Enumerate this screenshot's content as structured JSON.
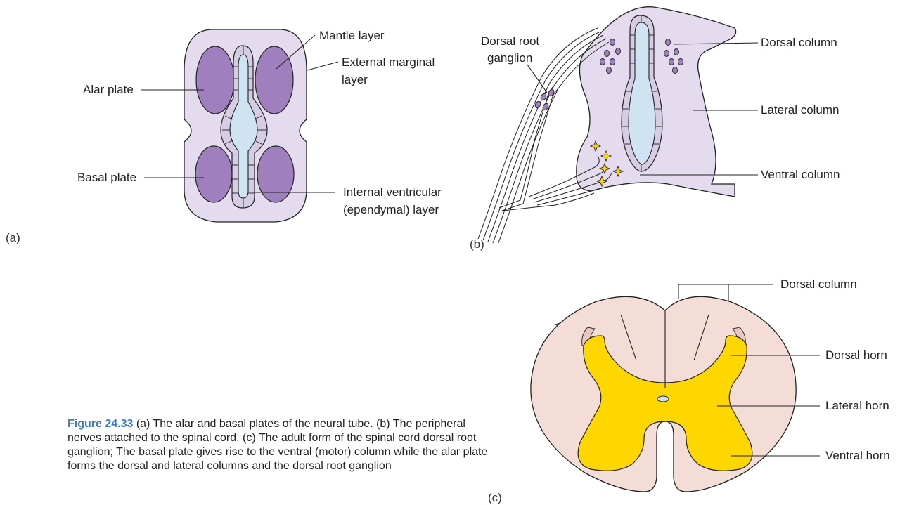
{
  "colors": {
    "neural_tube_bg": "#e4dcee",
    "plate_fill": "#a07fbe",
    "ventricle_fill": "#cfe3f3",
    "cord_bg": "#f3ddd6",
    "grey_matter": "#ffd700",
    "root_entry": "#d9a7a2",
    "caption_accent": "#3a7dc2"
  },
  "panel_a": {
    "letter": "(a)",
    "labels": {
      "mantle_layer": "Mantle layer",
      "external_marginal_1": "External marginal",
      "external_marginal_2": "layer",
      "alar_plate": "Alar plate",
      "basal_plate": "Basal plate",
      "internal_ventricular_1": "Internal ventricular",
      "internal_ventricular_2": "(ependymal) layer"
    }
  },
  "panel_b": {
    "letter": "(b)",
    "labels": {
      "drg_1": "Dorsal root",
      "drg_2": "ganglion",
      "dorsal_column": "Dorsal column",
      "lateral_column": "Lateral column",
      "ventral_column": "Ventral column"
    }
  },
  "panel_c": {
    "letter": "(c)",
    "labels": {
      "dorsal_column": "Dorsal column",
      "dorsal_horn": "Dorsal horn",
      "lateral_horn": "Lateral horn",
      "ventral_horn": "Ventral horn"
    }
  },
  "caption": {
    "figure_number": "Figure 24.33",
    "text": " (a) The alar and basal plates of the neural tube. (b) The peripheral nerves attached to the spinal cord. (c) The adult form of the spinal cord dorsal root ganglion; The basal plate gives rise to the ventral (motor) column while the alar plate forms the dorsal and lateral columns and the dorsal root ganglion"
  }
}
